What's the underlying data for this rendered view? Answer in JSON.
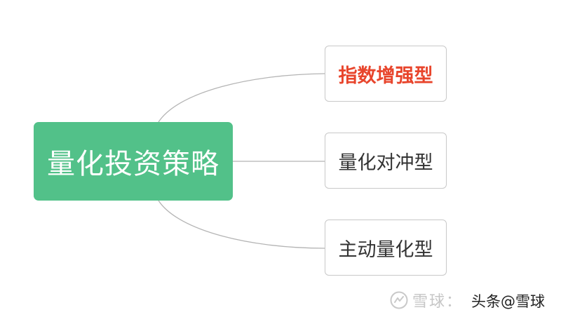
{
  "diagram": {
    "root": {
      "label": "量化投资策略",
      "color": "#52c189"
    },
    "children": [
      {
        "label": "指数增强型",
        "highlight": true,
        "color": "#e8452c"
      },
      {
        "label": "量化对冲型",
        "highlight": false
      },
      {
        "label": "主动量化型",
        "highlight": false
      }
    ],
    "connector_color": "#b4b4b4"
  },
  "watermark": {
    "logo": "xueqiu-logo-icon",
    "text": "雪球：",
    "overlay_text": "头条@雪球"
  }
}
